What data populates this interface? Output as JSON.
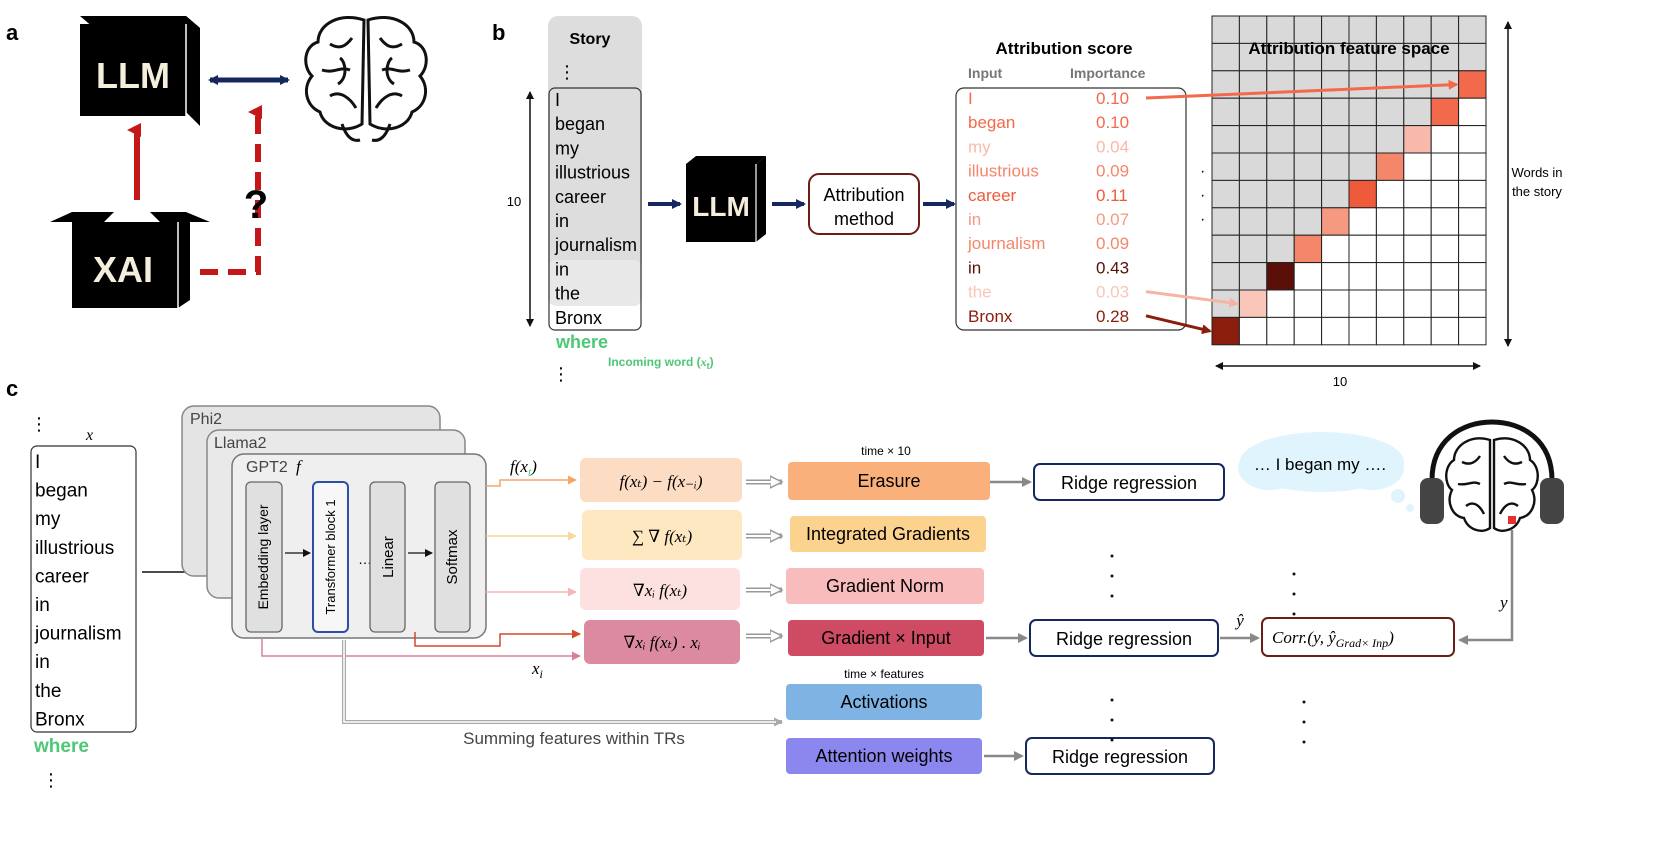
{
  "panels": {
    "a": "a",
    "b": "b",
    "c": "c"
  },
  "panel_a": {
    "llm": "LLM",
    "xai": "XAI",
    "question": "?"
  },
  "panel_b": {
    "story_title": "Story",
    "dots": "⋮",
    "words": [
      "I",
      "began",
      "my",
      "illustrious",
      "career",
      "in",
      "journalism",
      "in",
      "the",
      "Bronx"
    ],
    "incoming_word": "where",
    "incoming_label": "Incoming word (",
    "incoming_sym": "x",
    "incoming_sub": "t",
    "incoming_close": ")",
    "window_size": "10",
    "llm": "LLM",
    "method_line1": "Attribution",
    "method_line2": "method",
    "score_title": "Attribution score",
    "col_input": "Input",
    "col_importance": "Importance",
    "scores": [
      {
        "word": "I",
        "value": "0.10",
        "color": "#f26a4b"
      },
      {
        "word": "began",
        "value": "0.10",
        "color": "#f26a4b"
      },
      {
        "word": "my",
        "value": "0.04",
        "color": "#f8b9aa"
      },
      {
        "word": "illustrious",
        "value": "0.09",
        "color": "#f4866a"
      },
      {
        "word": "career",
        "value": "0.11",
        "color": "#ee5a3a"
      },
      {
        "word": "in",
        "value": "0.07",
        "color": "#f59a80"
      },
      {
        "word": "journalism",
        "value": "0.09",
        "color": "#f4866a"
      },
      {
        "word": "in",
        "value": "0.43",
        "color": "#5a1008"
      },
      {
        "word": "the",
        "value": "0.03",
        "color": "#f9c6b9"
      },
      {
        "word": "Bronx",
        "value": "0.28",
        "color": "#8b1d0c"
      }
    ],
    "feature_space_title": "Attribution feature space",
    "words_in_story_1": "Words in",
    "words_in_story_2": "the story",
    "grid_size": "10",
    "side_dots": ":"
  },
  "panel_c": {
    "x_label": "x",
    "words": [
      "I",
      "began",
      "my",
      "illustrious",
      "career",
      "in",
      "journalism",
      "in",
      "the",
      "Bronx"
    ],
    "incoming_word": "where",
    "models": [
      "Phi2",
      "Llama2",
      "GPT2"
    ],
    "f_label": "f",
    "blocks": [
      "Embedding layer",
      "Transformer block 1",
      "…",
      "Linear",
      "Softmax"
    ],
    "f_xt": "f(x",
    "f_xt_sub": "t",
    "f_xt_close": ")",
    "xi_label": "x",
    "xi_sub": "i",
    "formulas": [
      "f(xₜ) − f(x₋ᵢ)",
      "∑ ∇ f(xₜ)",
      "∇xᵢ f(xₜ)",
      "∇xᵢ f(xₜ) . xᵢ"
    ],
    "time_x10": "time × 10",
    "time_x_features": "time × features",
    "methods": [
      {
        "label": "Erasure",
        "color": "#f9b07a"
      },
      {
        "label": "Integrated Gradients",
        "color": "#fbd38f"
      },
      {
        "label": "Gradient Norm",
        "color": "#f9bcbc"
      },
      {
        "label": "Gradient × Input",
        "color": "#cf4a63"
      },
      {
        "label": "Activations",
        "color": "#7fb3e4"
      },
      {
        "label": "Attention weights",
        "color": "#8c86ef"
      }
    ],
    "ridge": "Ridge regression",
    "summing": "Summing features within TRs",
    "thought": "… I began my ….",
    "yhat": "ŷ",
    "y": "y",
    "corr": "Corr.(y, ŷ",
    "corr_sub": "Grad× Inp",
    "corr_close": ")",
    "vdots": "."
  }
}
